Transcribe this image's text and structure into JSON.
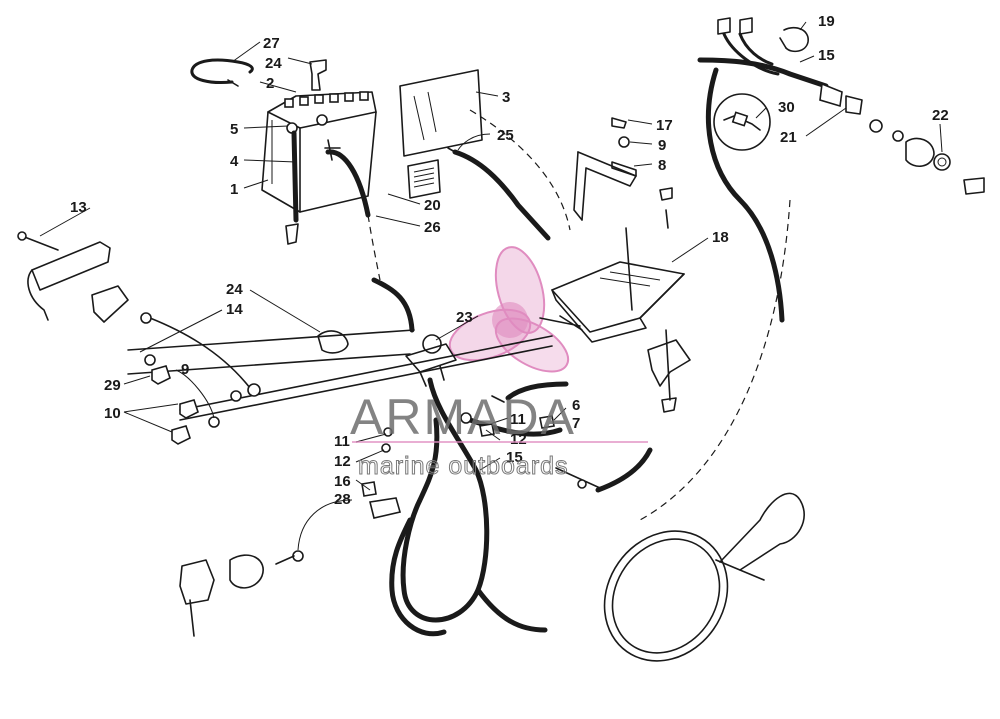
{
  "watermark": {
    "brand": "ARMADA",
    "tagline": "marine outboards",
    "accent_color": "#e08cc0",
    "text_color": "#6d6d6d"
  },
  "callouts": {
    "c1": "1",
    "c2": "2",
    "c3": "3",
    "c4": "4",
    "c5": "5",
    "c6": "6",
    "c7": "7",
    "c8": "8",
    "c9a": "9",
    "c9b": "9",
    "c10": "10",
    "c11a": "11",
    "c11b": "11",
    "c12a": "12",
    "c12b": "12",
    "c13": "13",
    "c14": "14",
    "c15a": "15",
    "c15b": "15",
    "c16": "16",
    "c17": "17",
    "c18": "18",
    "c19": "19",
    "c20": "20",
    "c21": "21",
    "c22": "22",
    "c23": "23",
    "c24a": "24",
    "c24b": "24",
    "c25": "25",
    "c26": "26",
    "c27": "27",
    "c28": "28",
    "c29": "29",
    "c30": "30"
  }
}
